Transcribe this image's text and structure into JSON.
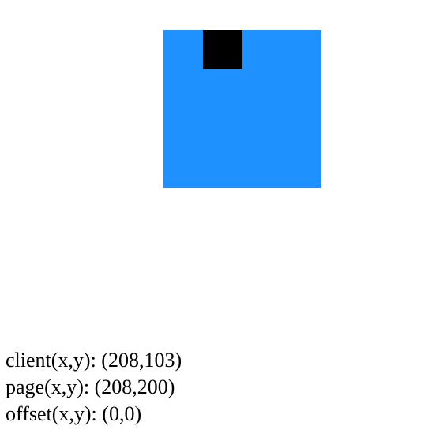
{
  "colors": {
    "box": "#1e90ff",
    "handle": "#000000",
    "background": "#ffffff",
    "text": "#000000"
  },
  "readout": {
    "client_label": "client(x,y):",
    "client_value": "(208,103)",
    "page_label": "page(x,y):",
    "page_value": "(208,200)",
    "offset_label": "offset(x,y):",
    "offset_value": "(0,0)"
  }
}
